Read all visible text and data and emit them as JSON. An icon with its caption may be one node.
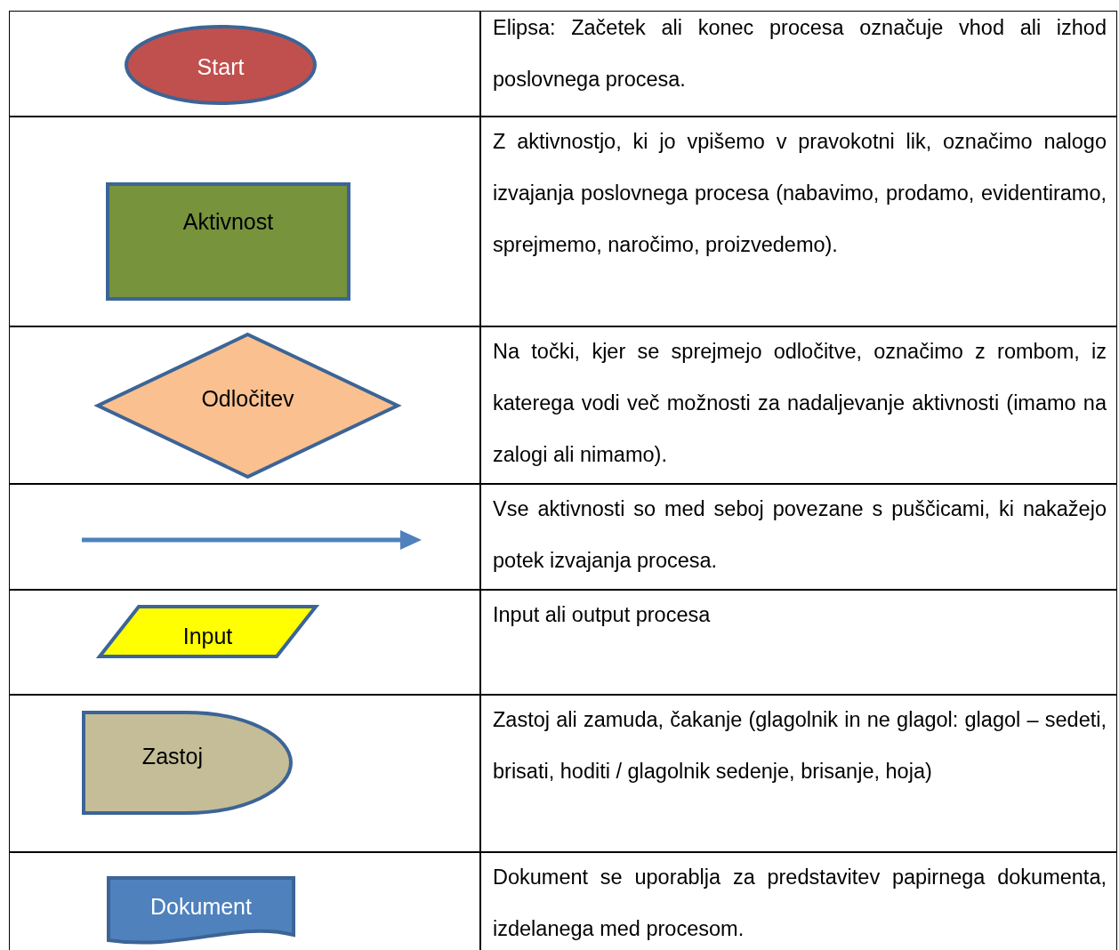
{
  "diagram": {
    "nodes": [
      {
        "text": [
          "Start"
        ]
      },
      {
        "text": [
          "Aktivnost"
        ]
      },
      {
        "text": [
          "Odločitev"
        ]
      },
      {
        "text": [
          "Input"
        ]
      },
      {
        "text": [
          "Zastoj"
        ]
      },
      {
        "text": [
          "Dokument"
        ]
      }
    ],
    "labels": [
      "Elipsa: Začetek ali konec procesa označuje vhod ali izhod poslovnega procesa.",
      "Z aktivnostjo, ki jo vpišemo v pravokotni lik, označimo nalogo izvajanja poslovnega procesa (nabavimo, prodamo, evidentiramo, sprejmemo, naročimo, proizvedemo).",
      "Na točki, kjer se sprejmejo odločitve, označimo z rombom, iz katerega vodi več možnosti za nadaljevanje aktivnosti (imamo na zalogi ali nimamo).",
      "Vse aktivnosti so med seboj povezane s puščicami, ki nakažejo potek izvajanja procesa.",
      "Input ali output procesa",
      "Zastoj ali zamuda, čakanje (glagolnik in ne glagol: glagol – sedeti, brisati, hoditi / glagolnik sedenje, brisanje, hoja)",
      "Dokument se uporablja za predstavitev papirnega dokumenta, izdelanega med procesom."
    ]
  }
}
